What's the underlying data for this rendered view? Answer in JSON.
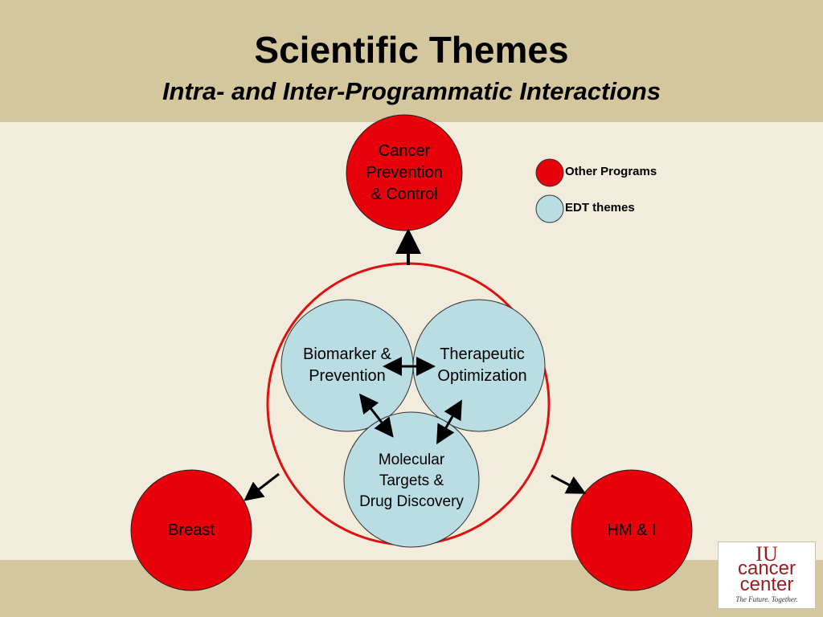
{
  "slide": {
    "title": "Scientific Themes",
    "subtitle": "Intra- and Inter-Programmatic Interactions"
  },
  "nodes": {
    "cancer_prevention": "Cancer\nPrevention\n& Control",
    "breast": "Breast",
    "hm_i": "HM & I",
    "biomarker": "Biomarker &\nPrevention",
    "therapeutic": "Therapeutic\nOptimization",
    "molecular": "Molecular\nTargets &\nDrug Discovery"
  },
  "legend": {
    "other_programs": "Other Programs",
    "edt_themes": "EDT themes"
  },
  "logo": {
    "line1": "IU",
    "line2": "cancer",
    "line3": "center",
    "tagline": "The Future. Together."
  },
  "colors": {
    "program_fill": "#e8000b",
    "theme_fill": "#b9dde3",
    "outline_red": "#e01010",
    "band": "#d4c79d",
    "background": "#f2ecdc"
  }
}
